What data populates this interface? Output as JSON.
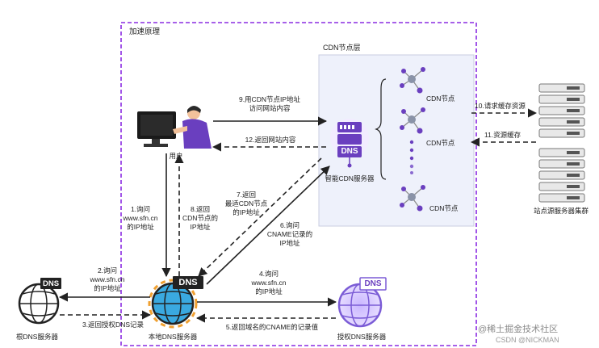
{
  "region_title": "加速原理",
  "cdn_layer_title": "CDN节点层",
  "cdn_nodes": [
    "CDN节点",
    "CDN节点",
    "CDN节点"
  ],
  "smart_dns": {
    "icon_text": "DNS",
    "label": "智能CDN服务器"
  },
  "user_label": "用户",
  "origin_label": "站点源服务器集群",
  "root_dns": {
    "icon_text": "DNS",
    "label": "根DNS服务器"
  },
  "local_dns": {
    "icon_text": "DNS",
    "label": "本地DNS服务器"
  },
  "auth_dns": {
    "icon_text": "DNS",
    "label": "授权DNS服务器"
  },
  "steps": {
    "s1": [
      "1.询问",
      "www.sfn.cn",
      "的IP地址"
    ],
    "s2": [
      "2.询问",
      "www.sfn.cn",
      "的IP地址"
    ],
    "s3": "3.返回授权DNS记录",
    "s4": [
      "4.询问",
      "www.sfn.cn",
      "的IP地址"
    ],
    "s5": "5.返回域名的CNAME的记录值",
    "s6": [
      "6.询问",
      "CNAME记录的",
      "IP地址"
    ],
    "s7": [
      "7.返回",
      "最适CDN节点",
      "的IP地址"
    ],
    "s8": [
      "8.返回",
      "CDN节点的",
      "IP地址"
    ],
    "s9": [
      "9.用CDN节点IP地址",
      "访问网站内容"
    ],
    "s10": "10.请求缓存资源",
    "s11": "11.资源缓存",
    "s12": "12.返回网站内容"
  },
  "watermark": "@稀土掘金技术社区",
  "credit": "CSDN @NICKMAN",
  "colors": {
    "border": "#8a2be2",
    "accent": "#6a3fbf",
    "globe": "#3aa9e0",
    "cdn_area": "#eef1fb",
    "server": "#e8e8e8"
  }
}
